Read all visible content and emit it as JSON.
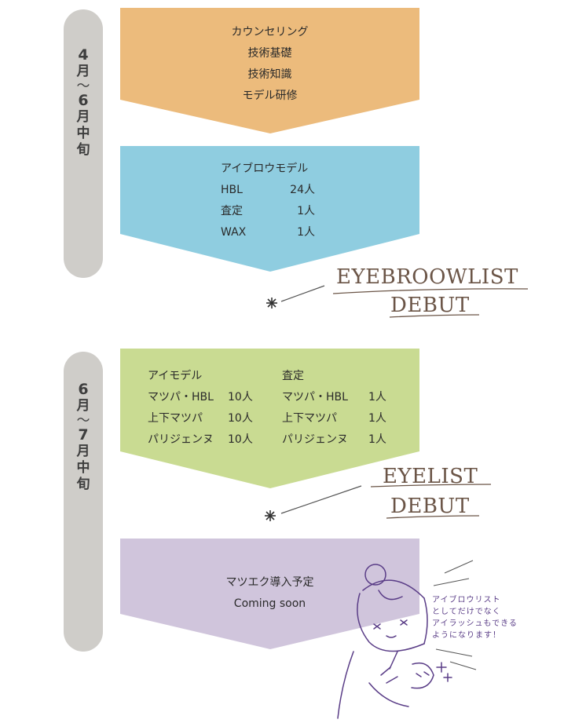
{
  "periods": [
    {
      "lines": [
        "4",
        "月",
        "〜",
        "6",
        "月",
        "中",
        "旬"
      ]
    },
    {
      "lines": [
        "6",
        "月",
        "〜",
        "7",
        "月",
        "中",
        "旬"
      ]
    }
  ],
  "step1": {
    "lines": [
      "カウンセリング",
      "技術基礎",
      "技術知識",
      "モデル研修"
    ],
    "color": "#ecbb7c"
  },
  "step2": {
    "title": "アイブロウモデル",
    "rows": [
      {
        "label": "HBL",
        "count": "24人"
      },
      {
        "label": "査定",
        "count": "1人"
      },
      {
        "label": "WAX",
        "count": "1人"
      }
    ],
    "color": "#8fcde0"
  },
  "debut1": {
    "line1": "EYEBROOWLIST",
    "line2": "DEBUT"
  },
  "step3": {
    "left": {
      "title": "アイモデル",
      "rows": [
        {
          "label": "マツパ・HBL",
          "count": "10人"
        },
        {
          "label": "上下マツパ",
          "count": "10人"
        },
        {
          "label": "パリジェンヌ",
          "count": "10人"
        }
      ]
    },
    "right": {
      "title": "査定",
      "rows": [
        {
          "label": "マツパ・HBL",
          "count": "1人"
        },
        {
          "label": "上下マツパ",
          "count": "1人"
        },
        {
          "label": "パリジェンヌ",
          "count": "1人"
        }
      ]
    },
    "color": "#c9db92"
  },
  "debut2": {
    "line1": "EYELIST",
    "line2": "DEBUT"
  },
  "step4": {
    "title": "マツエク導入予定",
    "subtitle": "Coming soon",
    "color": "#d0c5dc"
  },
  "note": {
    "lines": [
      "アイブロウリスト",
      "としてだけでなく",
      "アイラッシュもできる",
      "ようになります！"
    ]
  },
  "colors": {
    "pill": "#cfcdc9",
    "debut_text": "#6b5547",
    "line": "#555555",
    "note": "#5a3d87"
  }
}
